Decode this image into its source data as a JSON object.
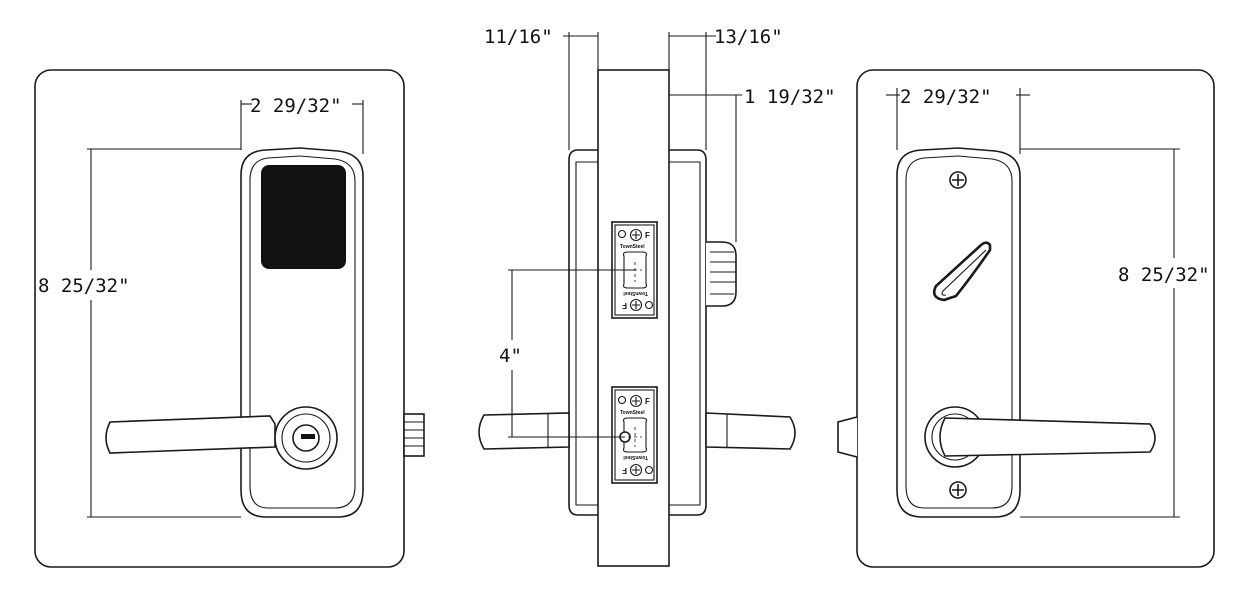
{
  "dimensions": {
    "front_width": "2 29/32\"",
    "front_height": "8 25/32\"",
    "side_backset_outer": "11/16\"",
    "side_backset_inner": "13/16\"",
    "side_depth": "1 19/32\"",
    "side_spacing": "4\"",
    "back_width": "2 29/32\"",
    "back_height": "8 25/32\""
  },
  "strike_plate": {
    "brand": "TownSteel",
    "mark": "F"
  }
}
